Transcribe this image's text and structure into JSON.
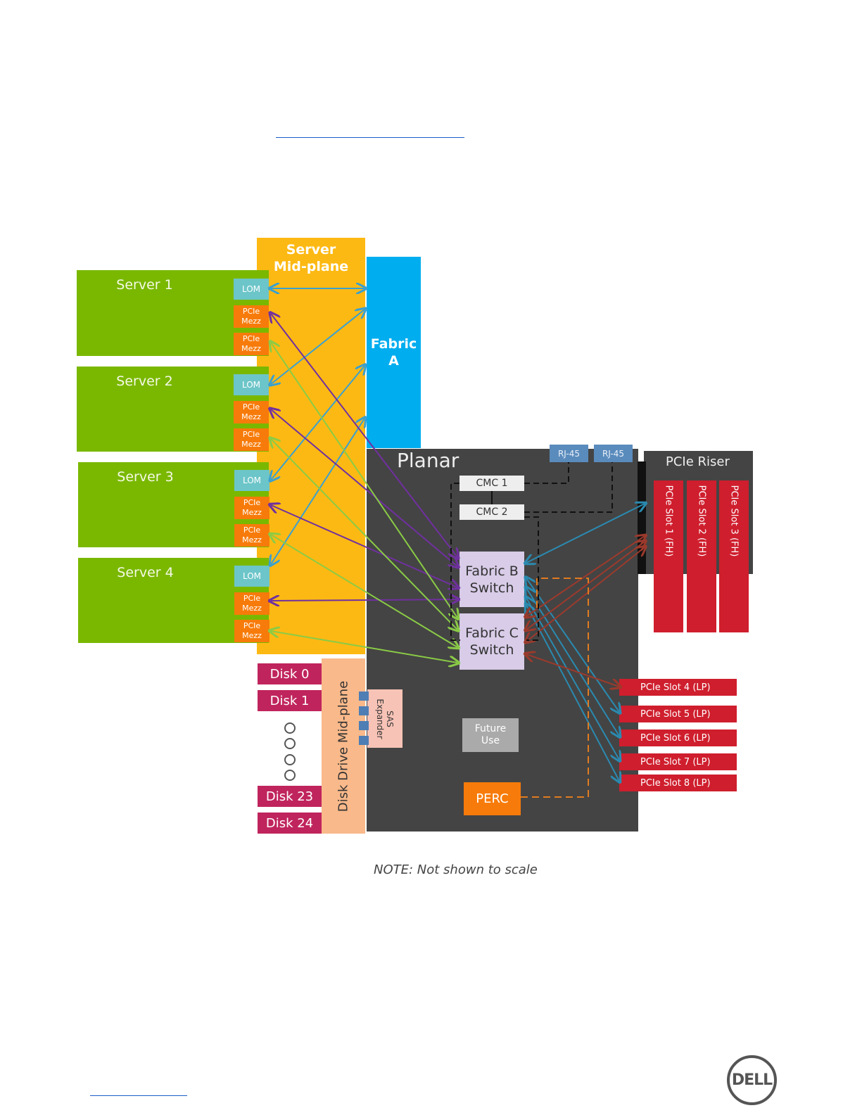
{
  "diagram": {
    "servers": [
      {
        "name": "Server 1",
        "lom": "LOM",
        "mezz": [
          "PCIe\nMezz",
          "PCIe\nMezz"
        ]
      },
      {
        "name": "Server 2",
        "lom": "LOM",
        "mezz": [
          "PCIe\nMezz",
          "PCIe\nMezz"
        ]
      },
      {
        "name": "Server 3",
        "lom": "LOM",
        "mezz": [
          "PCIe\nMezz",
          "PCIe\nMezz"
        ]
      },
      {
        "name": "Server 4",
        "lom": "LOM",
        "mezz": [
          "PCIe\nMezz",
          "PCIe\nMezz"
        ]
      }
    ],
    "server_midplane": "Server\nMid-plane",
    "fabric_a": "Fabric\nA",
    "planar": "Planar",
    "rj45": [
      "RJ-45",
      "RJ-45"
    ],
    "cmc": [
      "CMC 1",
      "CMC 2"
    ],
    "fabric_b": "Fabric B\nSwitch",
    "fabric_c": "Fabric C\nSwitch",
    "future_use": "Future\nUse",
    "perc": "PERC",
    "pcie_riser": "PCIe Riser",
    "fh_slots": [
      "PCIe Slot 1 (FH)",
      "PCIe Slot 2 (FH)",
      "PCIe Slot 3 (FH)"
    ],
    "lp_slots": [
      "PCIe Slot 4 (LP)",
      "PCIe Slot 5 (LP)",
      "PCIe Slot 6 (LP)",
      "PCIe Slot 7 (LP)",
      "PCIe Slot 8 (LP)"
    ],
    "disks": [
      "Disk 0",
      "Disk 1",
      "Disk 23",
      "Disk 24"
    ],
    "disk_midplane": "Disk Drive Mid-plane",
    "sas_expander": "SAS\nExpander",
    "note": "NOTE: Not shown to scale",
    "colors": {
      "server": "#7ab800",
      "midplane": "#fdb913",
      "fabric_a": "#00adef",
      "planar": "#444444",
      "mezz": "#f77b0a",
      "lom": "#6cc5c9",
      "slot": "#cf1e2d",
      "disk": "#c0245c",
      "purple_link": "#7030a0",
      "green_link": "#92d050",
      "blue_link": "#1f8cc0",
      "red_link": "#a0342a",
      "teal_link": "#2a8ab0",
      "orange_dash": "#e07b20"
    }
  },
  "logo": "DELL"
}
